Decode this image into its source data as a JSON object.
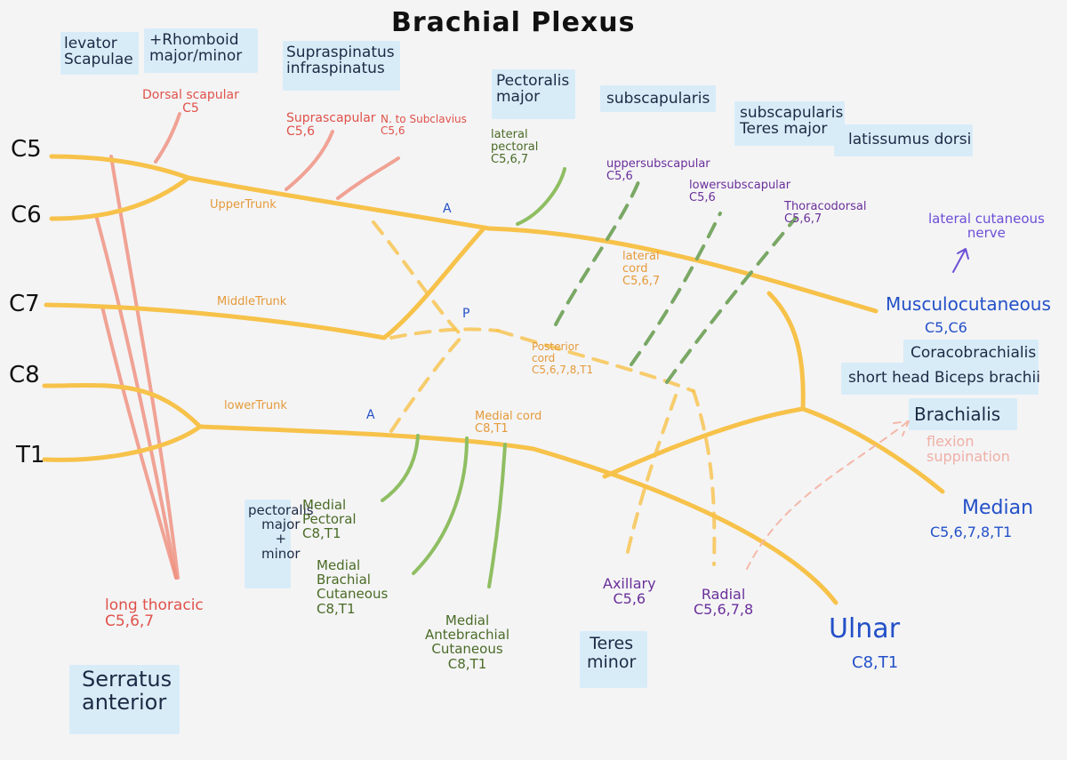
{
  "title": "Brachial Plexus",
  "roots": [
    "C5",
    "C6",
    "C7",
    "C8",
    "T1"
  ],
  "muscles": {
    "levator": "levator\nScapulae",
    "rhomboid": "+Rhomboid\nmajor/minor",
    "supraspinatus": "Supraspinatus\ninfraspinatus",
    "pect_major_top": "Pectoralis\nmajor",
    "subscapularis": "subscapularis",
    "subscap_teres": "subscapularis\nTeres major",
    "latissimus": "latissumus dorsi",
    "coraco": "Coracobrachialis",
    "biceps": "short head Biceps brachii",
    "brachialis": "Brachialis",
    "pect_major_minor": "pectoralis\nmajor\n+\nminor",
    "teres_minor": "Teres\nminor",
    "serratus": "Serratus\nanterior"
  },
  "nerves": {
    "dorsal_scapular": "Dorsal scapular\nC5",
    "suprascapular": "Suprascapular\nC5,6",
    "subclavius": "N. to Subclavius\nC5,6",
    "lateral_pectoral": "lateral\npectoral\nC5,6,7",
    "upper_subscap": "uppersubscapular\nC5,6",
    "lower_subscap": "lowersubscapular\nC5,6",
    "thoracodorsal": "Thoracodorsal\nC5,6,7",
    "lateral_cutaneous": "lateral cutaneous\nnerve",
    "musculocutaneous": "Musculocutaneous",
    "musculocutaneous_roots": "C5,C6",
    "flexion": "flexion\nsuppination",
    "median": "Median",
    "median_roots": "C5,6,7,8,T1",
    "ulnar": "Ulnar",
    "ulnar_roots": "C8,T1",
    "radial": "Radial\nC5,6,7,8",
    "axillary": "Axillary\nC5,6",
    "medial_pectoral": "Medial\nPectoral\nC8,T1",
    "medial_brachial": "Medial\nBrachial\nCutaneous\nC8,T1",
    "medial_antebrachial": "Medial\nAntebrachial\nCutaneous\nC8,T1",
    "long_thoracic": "long thoracic\nC5,6,7"
  },
  "trunks": {
    "upper": "UpperTrunk",
    "middle": "MiddleTrunk",
    "lower": "lowerTrunk"
  },
  "divisions": {
    "a1": "A",
    "p": "P",
    "a2": "A"
  },
  "cords": {
    "lateral": "lateral\ncord\nC5,6,7",
    "posterior": "Posterior\ncord\nC5,6,7,8,T1",
    "medial": "Medial cord\nC8,T1"
  },
  "colors": {
    "nerve_yellow": "#f7c24a",
    "root_branch_red": "#ee9383",
    "medial_green": "#8fbe62",
    "nerve_blue": "#2350c8",
    "highlight": "#d8ecf8"
  }
}
